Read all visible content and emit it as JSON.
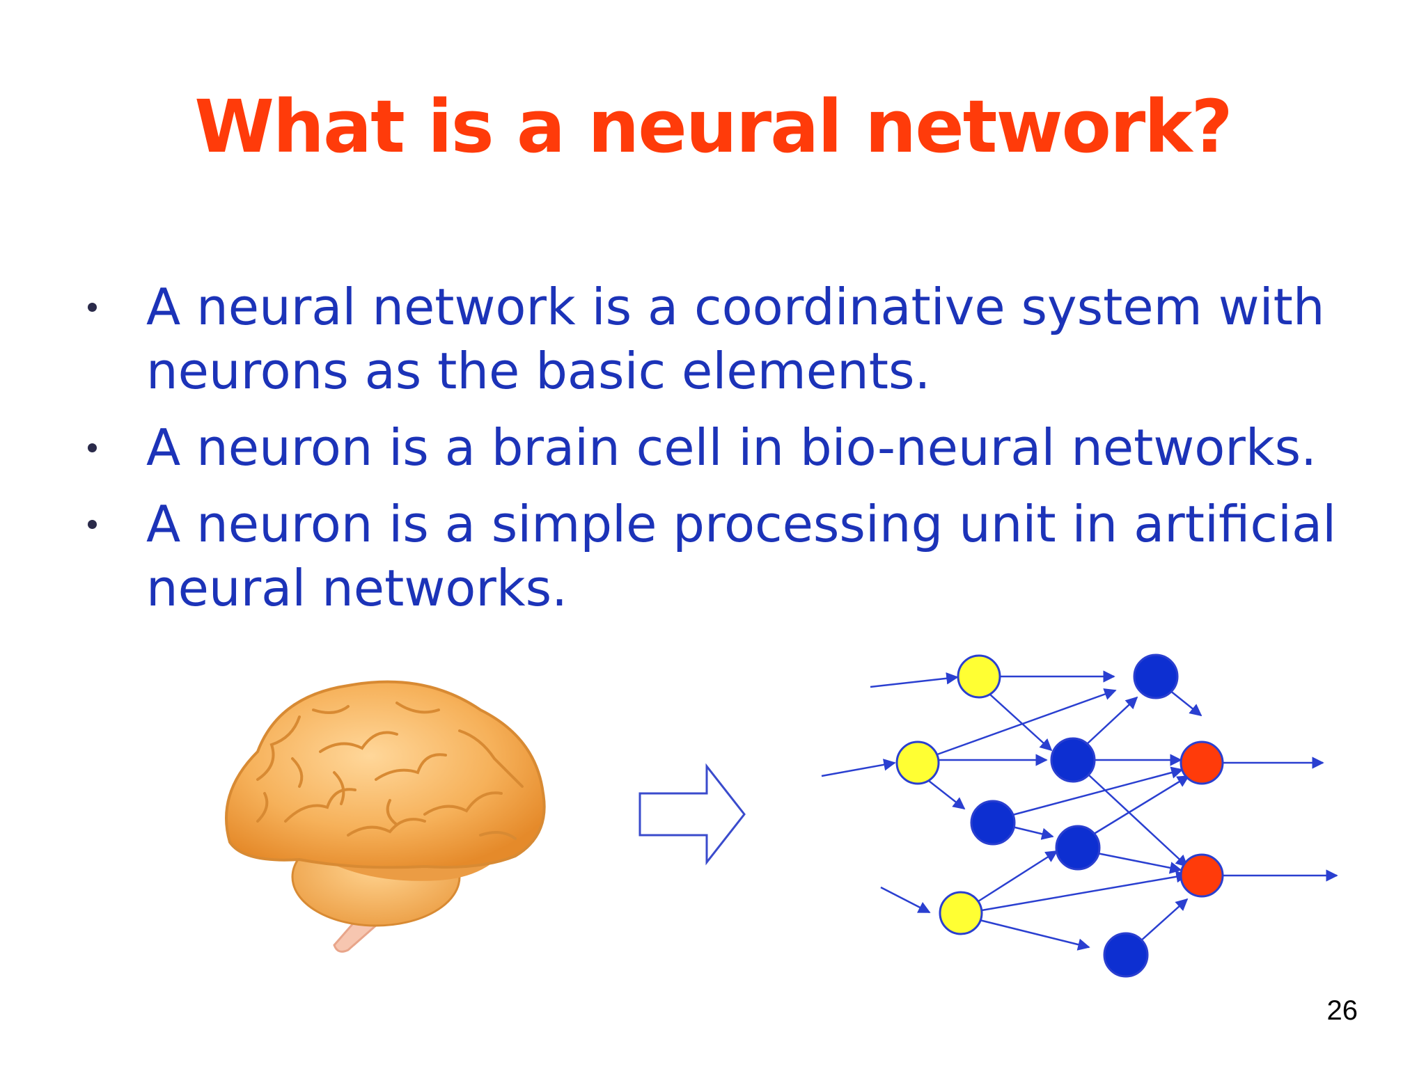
{
  "slide": {
    "title": "What is a neural network?",
    "bullets": [
      "A neural network is a coordinative system with neurons as the basic elements.",
      "A neuron is a brain cell in bio-neural networks.",
      "A neuron is a simple processing unit in artificial neural networks."
    ],
    "page_number": "26"
  },
  "figures": {
    "left_image": "brain-illustration",
    "connector": "right-arrow-icon",
    "right_image": "neural-network-diagram"
  },
  "network": {
    "layers": [
      {
        "color": "#ffff33",
        "nodes": [
          "input-top",
          "input-middle",
          "input-bottom"
        ]
      },
      {
        "color": "#0d2fd1",
        "nodes": [
          "hidden-1",
          "hidden-2",
          "hidden-3",
          "hidden-4",
          "hidden-5"
        ]
      },
      {
        "color": "#ff3b0a",
        "nodes": [
          "output-top",
          "output-bottom"
        ]
      }
    ],
    "input_arrows": 3,
    "output_arrows": 2
  },
  "colors": {
    "title": "#ff3b0a",
    "text": "#1c33b8",
    "input_node": "#ffff33",
    "hidden_node": "#0d2fd1",
    "output_node": "#ff3b0a",
    "edge": "#2a3fd0",
    "brain": "#f4a84a"
  }
}
